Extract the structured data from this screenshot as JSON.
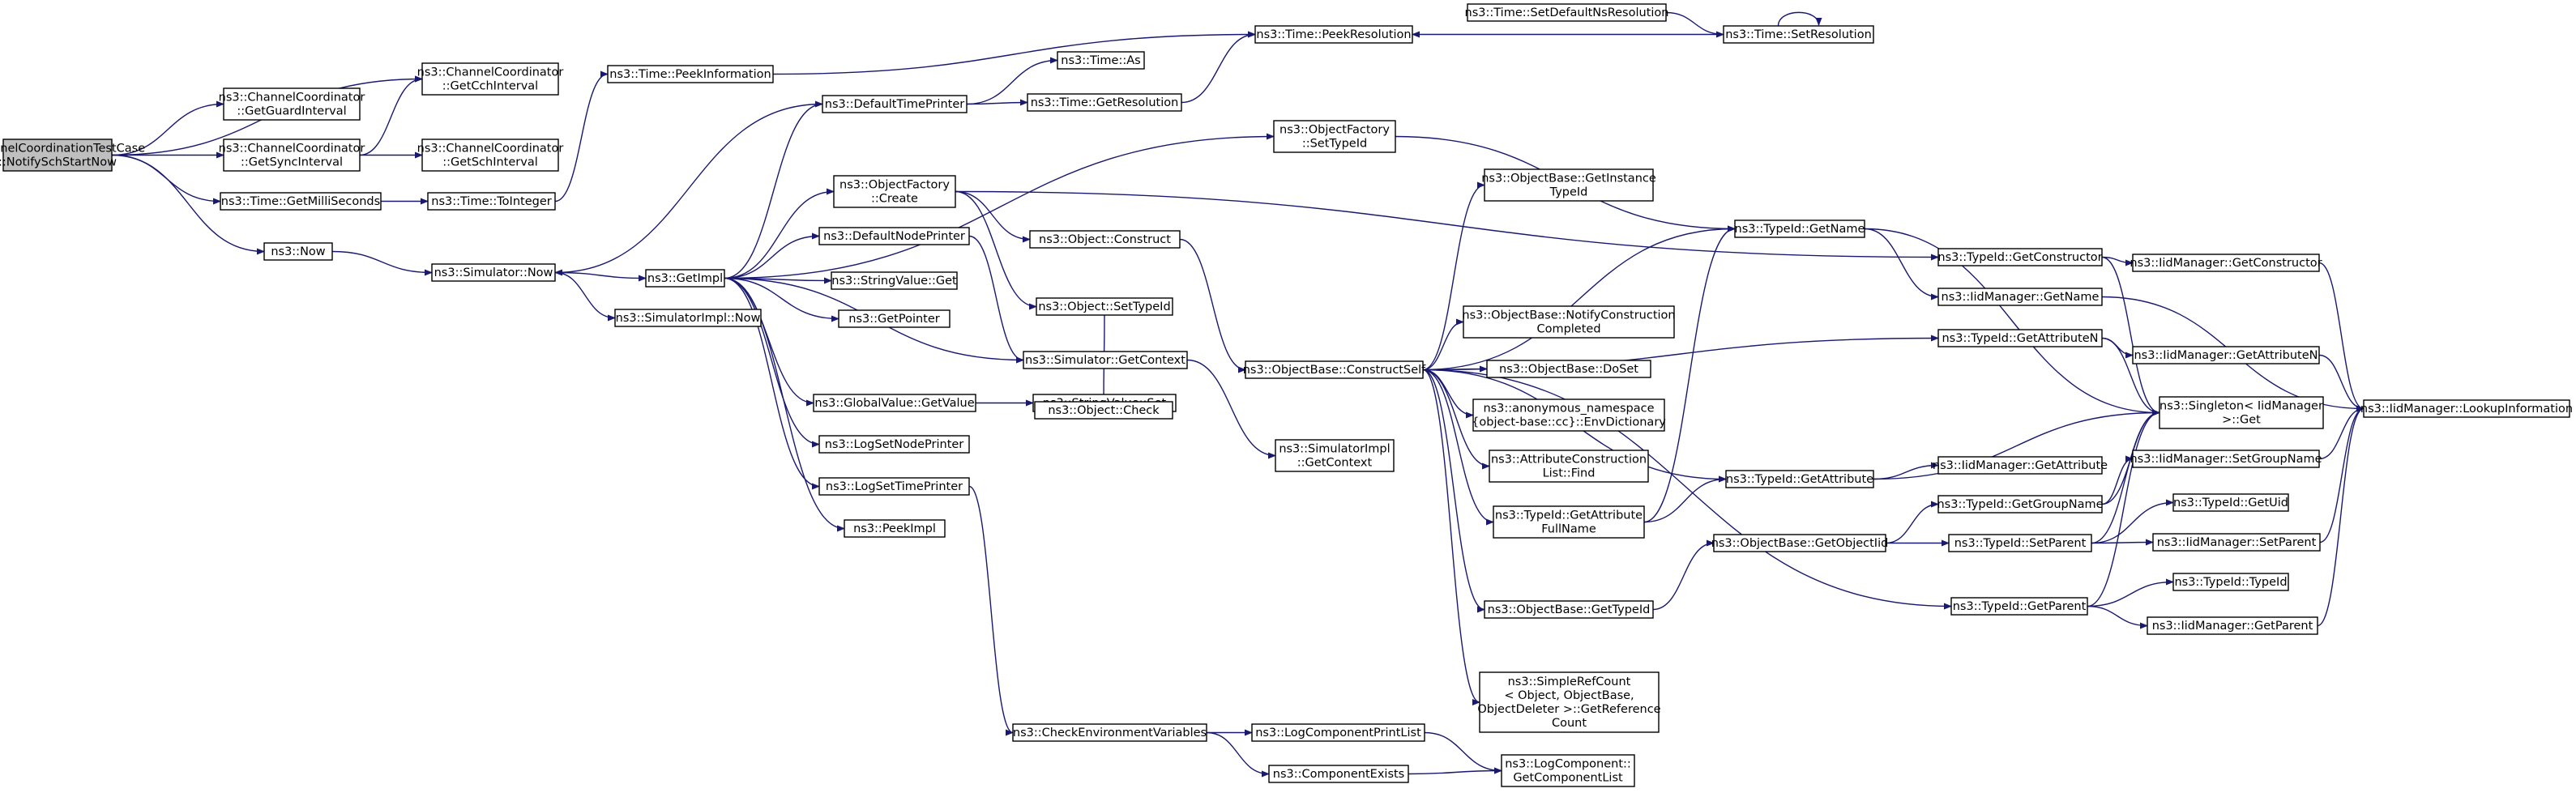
{
  "diagram": {
    "type": "call-graph",
    "colors": {
      "edge": "#191970",
      "root_fill": "#bfbfbf",
      "node_fill": "#ffffff",
      "node_stroke": "#000000"
    },
    "nodes": [
      {
        "id": "root",
        "lines": [
          "ChannelCoordinationTestCase",
          "::NotifySchStartNow"
        ]
      },
      {
        "id": "cc_getcch",
        "lines": [
          "ns3::ChannelCoordinator",
          "::GetCchInterval"
        ]
      },
      {
        "id": "cc_getguard",
        "lines": [
          "ns3::ChannelCoordinator",
          "::GetGuardInterval"
        ]
      },
      {
        "id": "cc_getsync",
        "lines": [
          "ns3::ChannelCoordinator",
          "::GetSyncInterval"
        ]
      },
      {
        "id": "cc_getsch",
        "lines": [
          "ns3::ChannelCoordinator",
          "::GetSchInterval"
        ]
      },
      {
        "id": "time_getms",
        "lines": [
          "ns3::Time::GetMilliSeconds"
        ]
      },
      {
        "id": "time_toint",
        "lines": [
          "ns3::Time::ToInteger"
        ]
      },
      {
        "id": "ns3_now",
        "lines": [
          "ns3::Now"
        ]
      },
      {
        "id": "time_peekinfo",
        "lines": [
          "ns3::Time::PeekInformation"
        ]
      },
      {
        "id": "sim_now",
        "lines": [
          "ns3::Simulator::Now"
        ]
      },
      {
        "id": "simimpl_now",
        "lines": [
          "ns3::SimulatorImpl::Now"
        ]
      },
      {
        "id": "getimpl",
        "lines": [
          "ns3::GetImpl"
        ]
      },
      {
        "id": "deftimeprinter",
        "lines": [
          "ns3::DefaultTimePrinter"
        ]
      },
      {
        "id": "time_as",
        "lines": [
          "ns3::Time::As"
        ]
      },
      {
        "id": "time_getres",
        "lines": [
          "ns3::Time::GetResolution"
        ]
      },
      {
        "id": "time_peekres",
        "lines": [
          "ns3::Time::PeekResolution"
        ]
      },
      {
        "id": "time_setdefres",
        "lines": [
          "ns3::Time::SetDefaultNsResolution"
        ]
      },
      {
        "id": "time_setres",
        "lines": [
          "ns3::Time::SetResolution"
        ]
      },
      {
        "id": "of_settypeid",
        "lines": [
          "ns3::ObjectFactory",
          "::SetTypeId"
        ]
      },
      {
        "id": "of_create",
        "lines": [
          "ns3::ObjectFactory",
          "::Create"
        ]
      },
      {
        "id": "defnodeprinter",
        "lines": [
          "ns3::DefaultNodePrinter"
        ]
      },
      {
        "id": "strval_get",
        "lines": [
          "ns3::StringValue::Get"
        ]
      },
      {
        "id": "getpointer",
        "lines": [
          "ns3::GetPointer"
        ]
      },
      {
        "id": "obj_construct",
        "lines": [
          "ns3::Object::Construct"
        ]
      },
      {
        "id": "obj_settypeid",
        "lines": [
          "ns3::Object::SetTypeId"
        ]
      },
      {
        "id": "sim_getcontext",
        "lines": [
          "ns3::Simulator::GetContext"
        ]
      },
      {
        "id": "gv_getvalue",
        "lines": [
          "ns3::GlobalValue::GetValue"
        ]
      },
      {
        "id": "strval_set",
        "lines": [
          "ns3::StringValue::Set"
        ]
      },
      {
        "id": "logsetnode",
        "lines": [
          "ns3::LogSetNodePrinter"
        ]
      },
      {
        "id": "logsettime",
        "lines": [
          "ns3::LogSetTimePrinter"
        ]
      },
      {
        "id": "peekimpl",
        "lines": [
          "ns3::PeekImpl"
        ]
      },
      {
        "id": "obj_check",
        "lines": [
          "ns3::Object::Check"
        ]
      },
      {
        "id": "simimpl_getctx",
        "lines": [
          "ns3::SimulatorImpl",
          "::GetContext"
        ]
      },
      {
        "id": "ob_constructself",
        "lines": [
          "ns3::ObjectBase::ConstructSelf"
        ]
      },
      {
        "id": "ob_getinsttid",
        "lines": [
          "ns3::ObjectBase::GetInstance",
          "TypeId"
        ]
      },
      {
        "id": "ob_notify",
        "lines": [
          "ns3::ObjectBase::NotifyConstruction",
          "Completed"
        ]
      },
      {
        "id": "ob_doset",
        "lines": [
          "ns3::ObjectBase::DoSet"
        ]
      },
      {
        "id": "anon_envdict",
        "lines": [
          "ns3::anonymous_namespace",
          "{object-base::cc}::EnvDictionary"
        ]
      },
      {
        "id": "acl_find",
        "lines": [
          "ns3::AttributeConstruction",
          "List::Find"
        ]
      },
      {
        "id": "tid_getattrfull",
        "lines": [
          "ns3::TypeId::GetAttribute",
          "FullName"
        ]
      },
      {
        "id": "ob_gettypeid",
        "lines": [
          "ns3::ObjectBase::GetTypeId"
        ]
      },
      {
        "id": "srefcount",
        "lines": [
          "ns3::SimpleRefCount",
          "< Object, ObjectBase,",
          "ObjectDeleter >::GetReference",
          "Count"
        ]
      },
      {
        "id": "tid_getname",
        "lines": [
          "ns3::TypeId::GetName"
        ]
      },
      {
        "id": "tid_getattr",
        "lines": [
          "ns3::TypeId::GetAttribute"
        ]
      },
      {
        "id": "ob_getobjtid",
        "lines": [
          "ns3::ObjectBase::GetObjectIid"
        ]
      },
      {
        "id": "tid_getctor",
        "lines": [
          "ns3::TypeId::GetConstructor"
        ]
      },
      {
        "id": "iid_getname",
        "lines": [
          "ns3::IidManager::GetName"
        ]
      },
      {
        "id": "tid_getattrn",
        "lines": [
          "ns3::TypeId::GetAttributeN"
        ]
      },
      {
        "id": "iid_getattr",
        "lines": [
          "ns3::IidManager::GetAttribute"
        ]
      },
      {
        "id": "tid_getgroupname",
        "lines": [
          "ns3::TypeId::GetGroupName"
        ]
      },
      {
        "id": "tid_setparent",
        "lines": [
          "ns3::TypeId::SetParent"
        ]
      },
      {
        "id": "tid_getparent",
        "lines": [
          "ns3::TypeId::GetParent"
        ]
      },
      {
        "id": "iid_getctor",
        "lines": [
          "ns3::IidManager::GetConstructor"
        ]
      },
      {
        "id": "iid_getattrn",
        "lines": [
          "ns3::IidManager::GetAttributeN"
        ]
      },
      {
        "id": "singleton_get",
        "lines": [
          "ns3::Singleton< IidManager",
          ">::Get"
        ]
      },
      {
        "id": "iid_setgroupname",
        "lines": [
          "ns3::IidManager::SetGroupName"
        ]
      },
      {
        "id": "tid_getuid",
        "lines": [
          "ns3::TypeId::GetUid"
        ]
      },
      {
        "id": "iid_setparent",
        "lines": [
          "ns3::IidManager::SetParent"
        ]
      },
      {
        "id": "tid_typeid",
        "lines": [
          "ns3::TypeId::TypeId"
        ]
      },
      {
        "id": "iid_getparent",
        "lines": [
          "ns3::IidManager::GetParent"
        ]
      },
      {
        "id": "iid_lookup",
        "lines": [
          "ns3::IidManager::LookupInformation"
        ]
      },
      {
        "id": "check_env",
        "lines": [
          "ns3::CheckEnvironmentVariables"
        ]
      },
      {
        "id": "logcomp_printlist",
        "lines": [
          "ns3::LogComponentPrintList"
        ]
      },
      {
        "id": "comp_exists",
        "lines": [
          "ns3::ComponentExists"
        ]
      },
      {
        "id": "logcomp_getlist",
        "lines": [
          "ns3::LogComponent::",
          "GetComponentList"
        ]
      }
    ]
  }
}
